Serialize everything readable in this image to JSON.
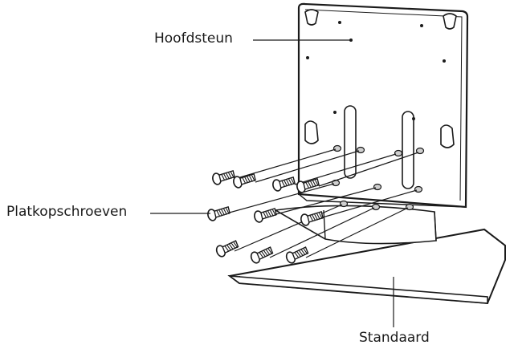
{
  "labels": {
    "head_support": "Hoofdsteun",
    "flat_head_screws": "Platkopschroeven",
    "stand": "Standaard"
  },
  "colors": {
    "ink": "#1a1a1a",
    "background": "#ffffff",
    "hole": "#cfcfcf"
  }
}
